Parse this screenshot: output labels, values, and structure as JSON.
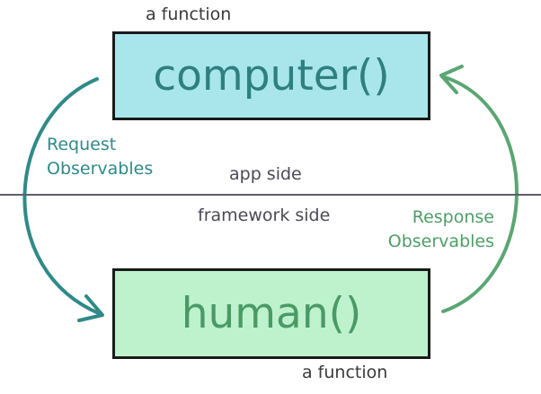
{
  "computer_box": {
    "label": "computer()",
    "caption": "a function",
    "fill": "#a8e6ec",
    "text_color": "#2e7f80"
  },
  "human_box": {
    "label": "human()",
    "caption": "a function",
    "fill": "#bdf2cc",
    "text_color": "#4a9a66"
  },
  "divider": {
    "upper_label": "app side",
    "lower_label": "framework side"
  },
  "left_arrow": {
    "label_line1": "Request",
    "label_line2": "Observables",
    "color": "#2f8a88"
  },
  "right_arrow": {
    "label_line1": "Response",
    "label_line2": "Observables",
    "color": "#5aa673"
  }
}
